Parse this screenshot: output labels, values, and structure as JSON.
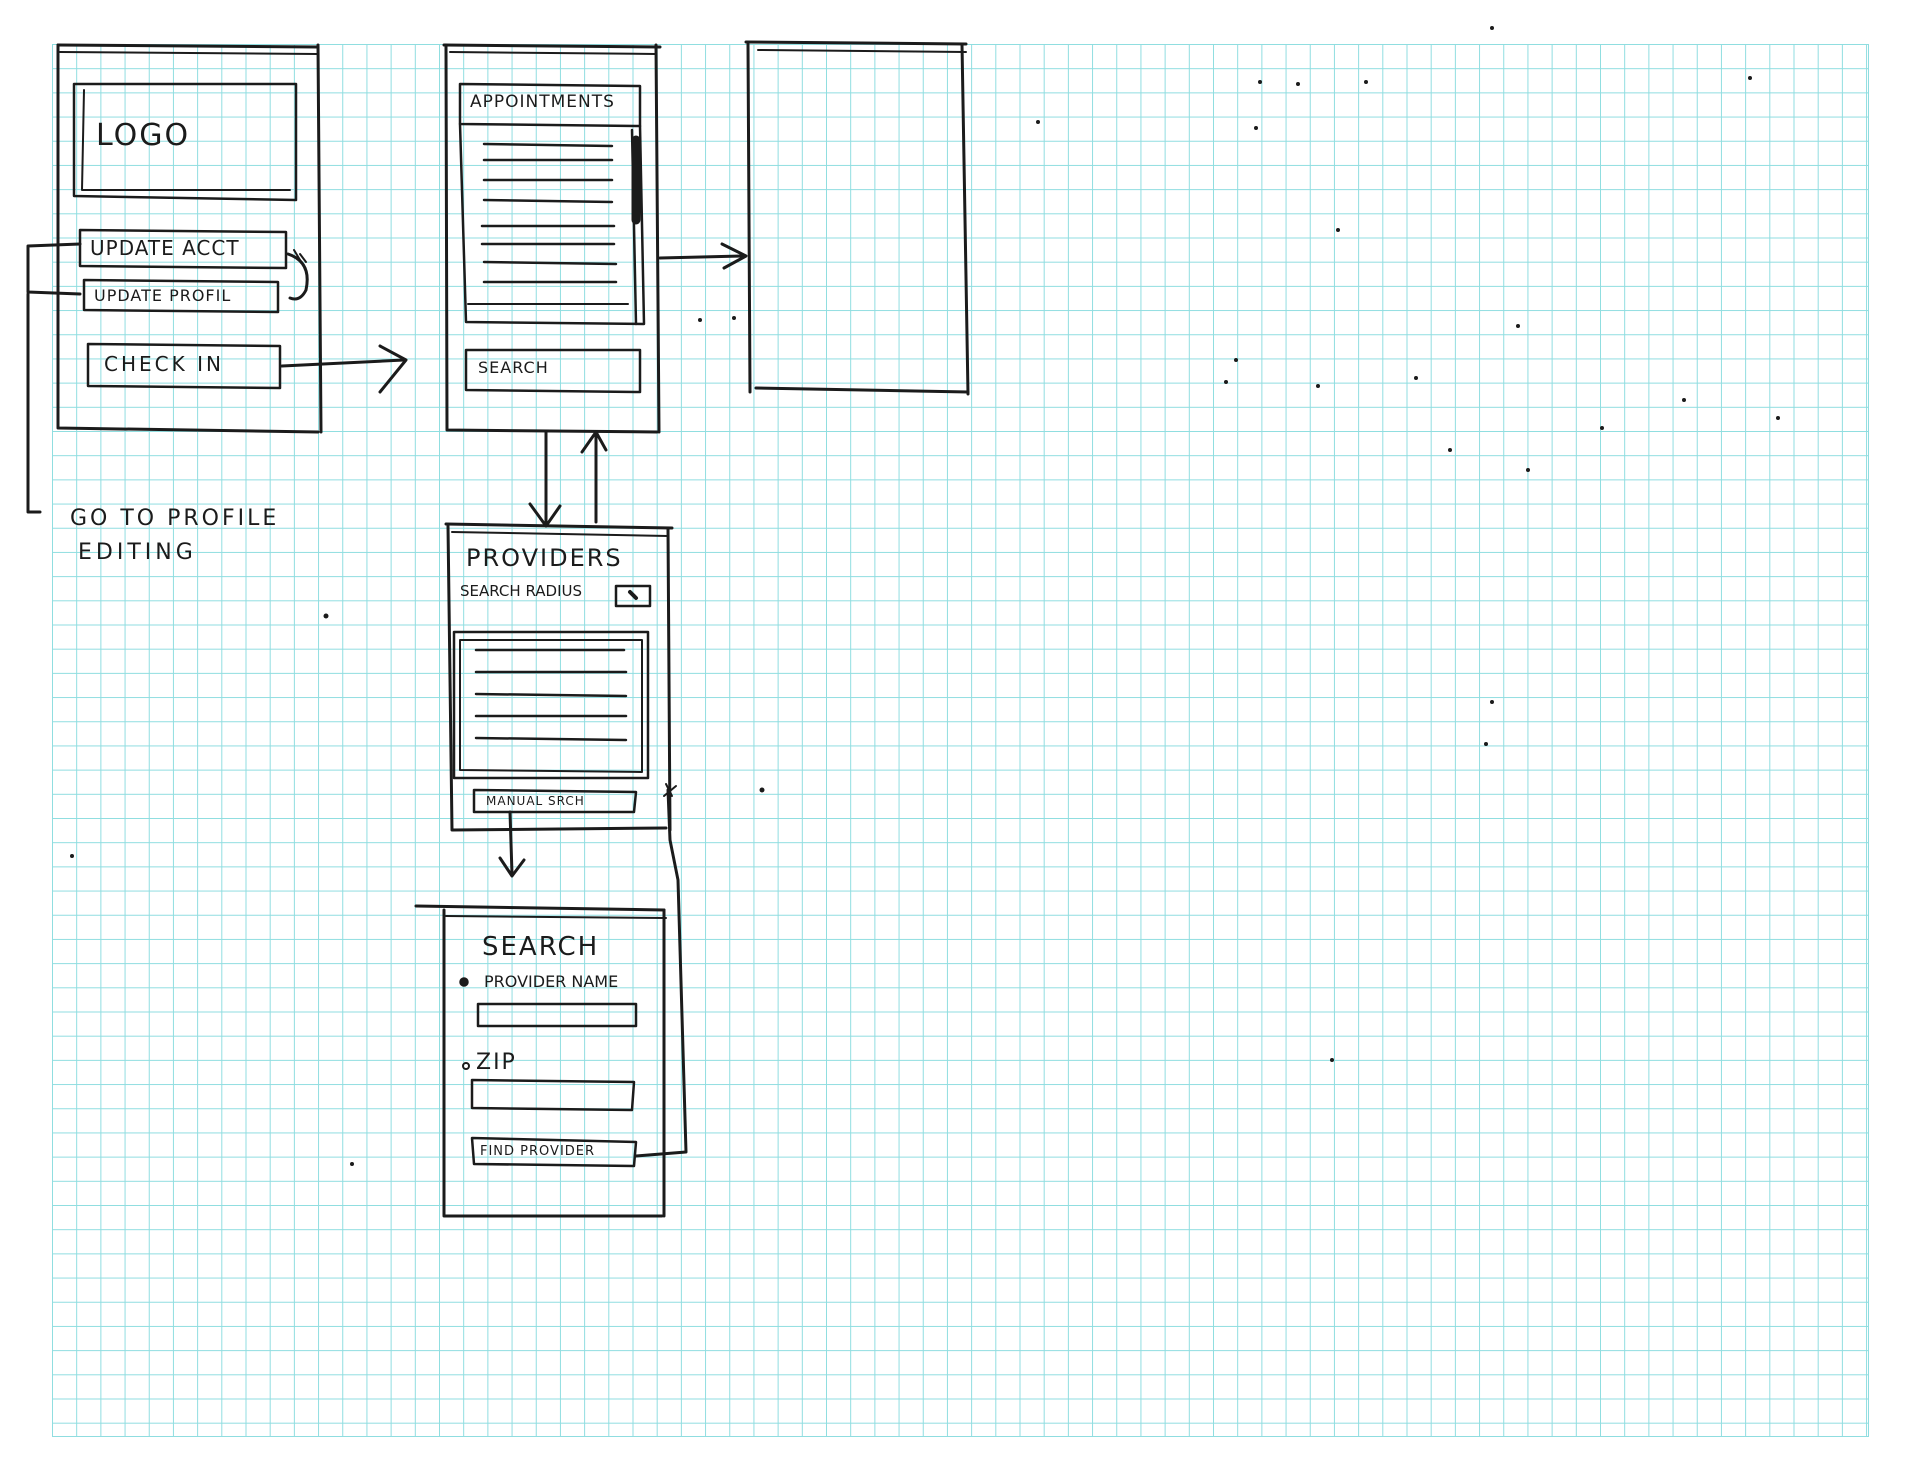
{
  "screens": {
    "home": {
      "logo_text": "LOGO",
      "buttons": {
        "update_account": "UPDATE ACCT",
        "update_profile": "UPDATE PROFIL",
        "check_in": "CHECK IN"
      }
    },
    "appointments": {
      "title": "APPOINTMENTS",
      "search_button": "SEARCH"
    },
    "providers": {
      "title": "PROVIDERS",
      "radius_label": "SEARCH RADIUS",
      "manual_button": "MANUAL SRCH"
    },
    "search": {
      "title": "SEARCH",
      "option_provider": "PROVIDER NAME",
      "option_zip": "ZIP",
      "find_button": "FIND PROVIDER"
    }
  },
  "annotations": {
    "profile_note_line1": "GO TO PROFILE",
    "profile_note_line2": "EDITING"
  },
  "ink_color": "#1b1b1b",
  "grid_color": "#8fdde0"
}
